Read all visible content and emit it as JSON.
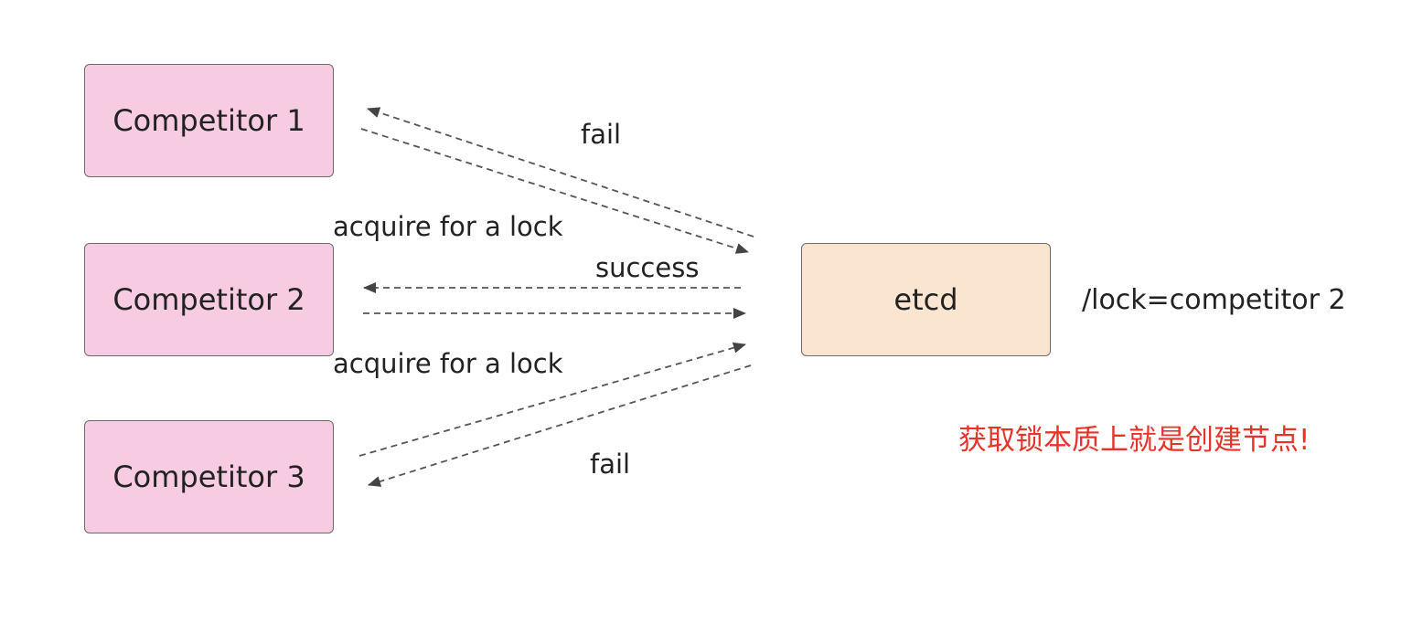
{
  "nodes": {
    "competitor_1": "Competitor 1",
    "competitor_2": "Competitor 2",
    "competitor_3": "Competitor 3",
    "etcd": "etcd"
  },
  "edge_labels": {
    "fail_top": "fail",
    "acquire_1": "acquire for a lock",
    "success": "success",
    "acquire_2": "acquire for a lock",
    "fail_bottom": "fail"
  },
  "lock_value": "/lock=competitor 2",
  "note": "获取锁本质上就是创建节点!",
  "colors": {
    "competitor_fill": "#f7cce2",
    "etcd_fill": "#fae6d0",
    "note_text": "#e8332a",
    "arrow": "#555555"
  }
}
